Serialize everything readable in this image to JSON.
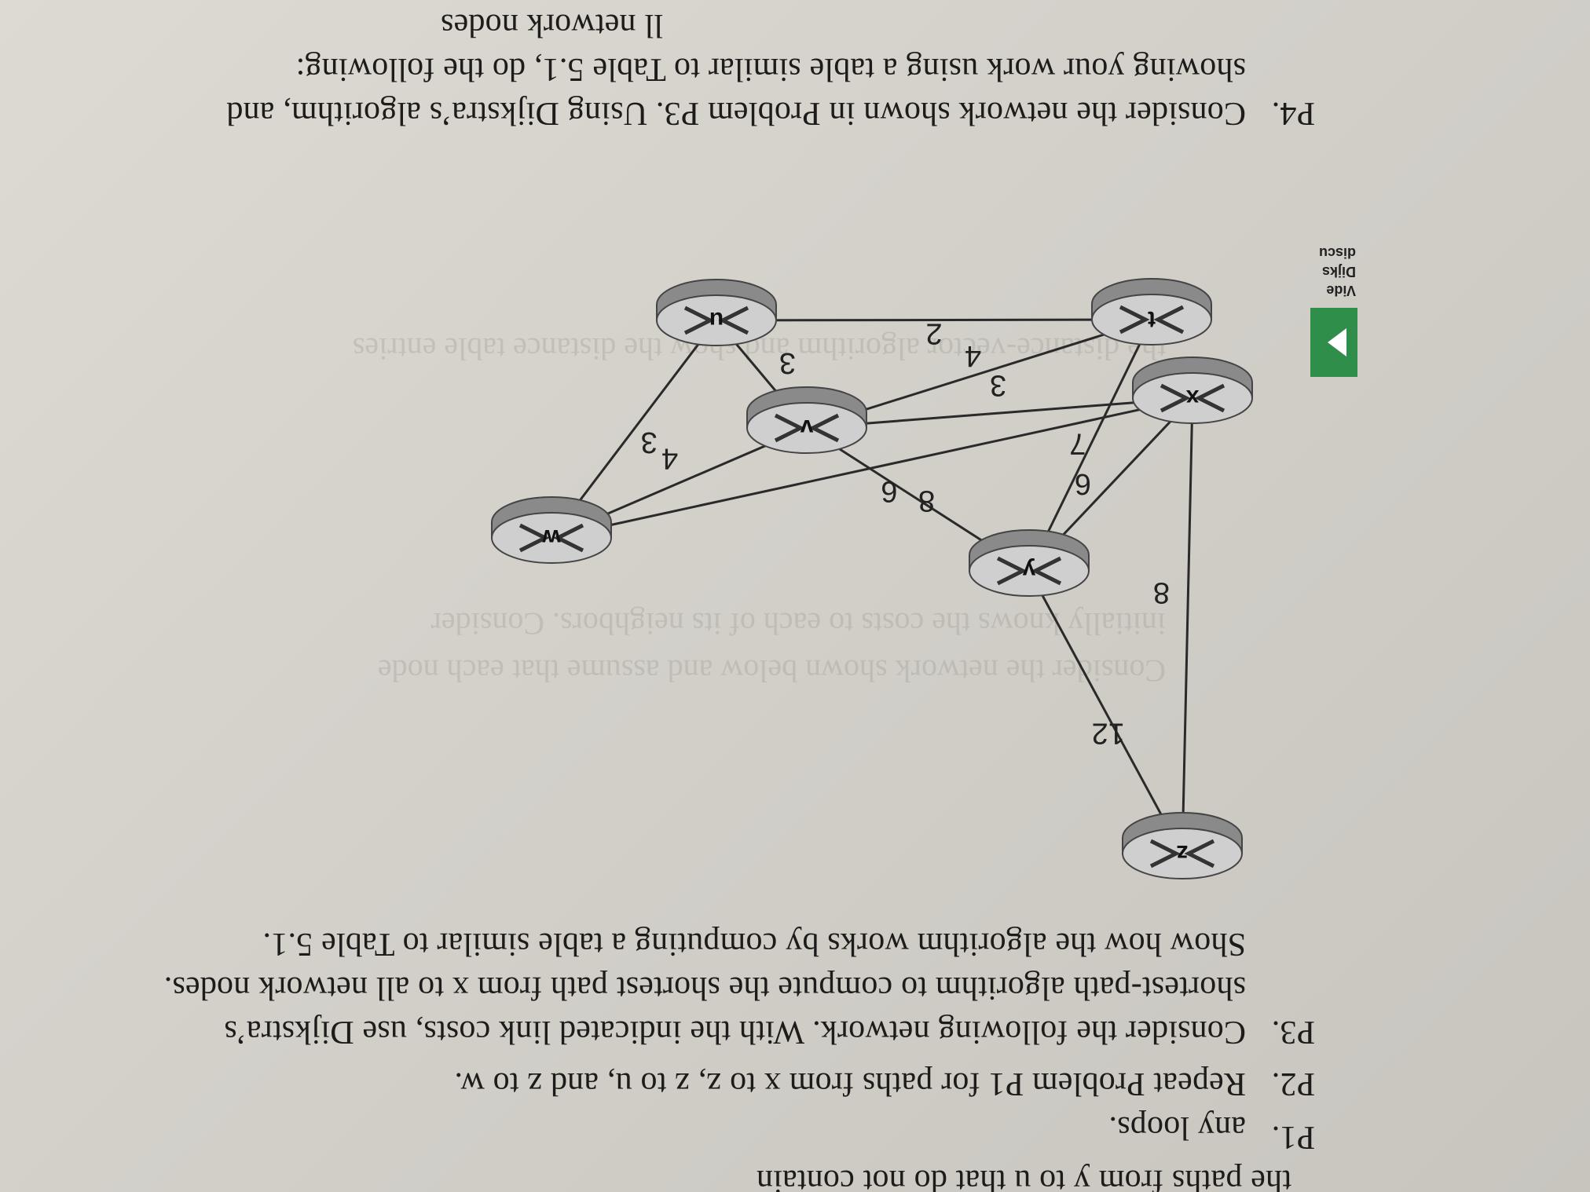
{
  "problems": {
    "p1_tail": {
      "top_fragment": "the paths from y to u that do not contain",
      "label": "P1.",
      "line2": "any loops."
    },
    "p2": {
      "label": "P2.",
      "text": "Repeat Problem P1 for paths from x to z, z to u, and z to w."
    },
    "p3": {
      "label": "P3.",
      "line1": "Consider the following network. With the indicated link costs, use Dijkstra’s",
      "line2": "shortest-path algorithm to compute the shortest path from x to all network nodes.",
      "line3": "Show how the algorithm works by computing a table similar to Table 5.1."
    },
    "p4": {
      "label": "P4.",
      "line1": "Consider the network shown in Problem P3. Using Dijkstra’s algorithm, and",
      "line2": "showing your work using a table similar to Table 5.1, do the following:",
      "bottom_fragment": "ll network nodes"
    }
  },
  "sidebar": {
    "video_note_line1": "Vide",
    "video_note_line2": "Dijks",
    "video_note_line3": "discu"
  },
  "network": {
    "nodes": [
      {
        "id": "z",
        "label": "z"
      },
      {
        "id": "y",
        "label": "y"
      },
      {
        "id": "t",
        "label": "t"
      },
      {
        "id": "x",
        "label": "x"
      },
      {
        "id": "v",
        "label": "v"
      },
      {
        "id": "u",
        "label": "u"
      },
      {
        "id": "w",
        "label": "w"
      }
    ],
    "edges": [
      {
        "from": "z",
        "to": "y",
        "cost": "12"
      },
      {
        "from": "z",
        "to": "x",
        "cost": "8"
      },
      {
        "from": "y",
        "to": "t",
        "cost": "7"
      },
      {
        "from": "y",
        "to": "v",
        "cost": "8"
      },
      {
        "from": "y",
        "to": "x",
        "cost": "6"
      },
      {
        "from": "t",
        "to": "v",
        "cost": "4"
      },
      {
        "from": "t",
        "to": "u",
        "cost": "2"
      },
      {
        "from": "v",
        "to": "x",
        "cost": "3"
      },
      {
        "from": "v",
        "to": "u",
        "cost": "3"
      },
      {
        "from": "v",
        "to": "w",
        "cost": "4"
      },
      {
        "from": "u",
        "to": "w",
        "cost": "3"
      },
      {
        "from": "x",
        "to": "w",
        "cost": "6"
      }
    ]
  },
  "colors": {
    "paper": "#d8d5cf",
    "ink": "#1d1c1a",
    "router_body": "#8a8a8a",
    "router_top": "#cfcfcf",
    "video_tab": "#2f8f4a"
  }
}
